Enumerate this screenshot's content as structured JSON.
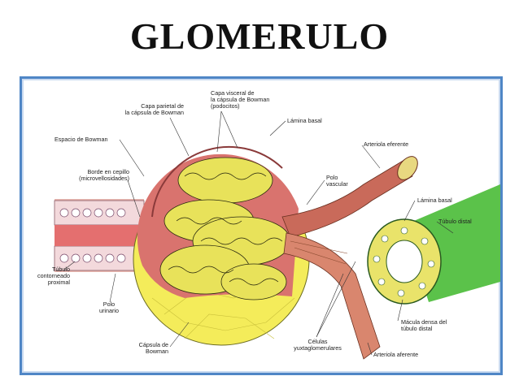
{
  "title": "GLOMERULO",
  "labels": {
    "capa_parietal": "Capa parietal de\nla cápsula de Bowman",
    "capa_visceral": "Capa visceral de\nla cápsula de Bowman\n(podocitos)",
    "lamina_basal_top": "Lámina basal",
    "espacio_bowman": "Espacio de Bowman",
    "borde_cepillo": "Borde en cepillo\n(microvellosidades)",
    "polo_vascular": "Polo\nvascular",
    "arteriola_eferente": "Arteriola eferente",
    "lamina_basal_right": "Lámina basal",
    "tubulo_distal": "Túbulo distal",
    "tubulo_contorneado": "Túbulo\ncontorneado\nproximal",
    "polo_urinario": "Polo\nurinario",
    "capsula_bowman": "Cápsula de\nBowman",
    "celulas_yuxta": "Células\nyuxtaglomerulares",
    "macula_densa": "Mácula densa del\ntúbulo distal",
    "arteriola_aferente": "Arteriola aferente"
  }
}
